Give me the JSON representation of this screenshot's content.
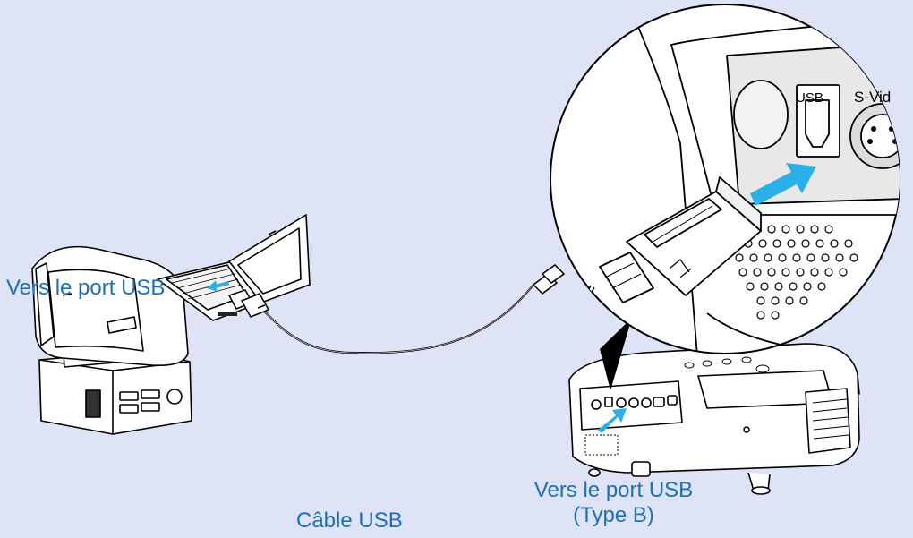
{
  "labels": {
    "pc_port": "Vers le port USB",
    "cable": "Câble USB",
    "projector_port_line1": "Vers le port USB",
    "projector_port_line2": "(Type B)"
  },
  "zoom_panel": {
    "port_usb": "USB",
    "port_svideo": "S-Vid"
  },
  "colors": {
    "background": "#dee3f5",
    "label_text": "#1f6fb5",
    "arrow": "#2ab0e6",
    "device_fill": "#ffffff",
    "outline": "#000000"
  },
  "icons": [
    "desktop-computer-icon",
    "laptop-icon",
    "projector-icon",
    "usb-cable-icon",
    "usb-type-b-plug-icon",
    "direction-arrow-icon"
  ]
}
